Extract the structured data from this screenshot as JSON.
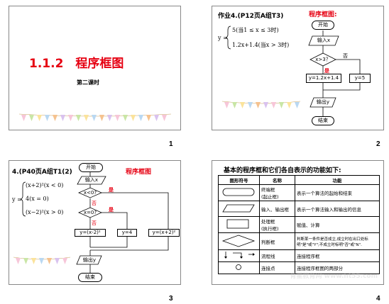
{
  "slide1": {
    "title": "1.1.2　程序框图",
    "subtitle": "第二课时",
    "page": "1"
  },
  "slide2": {
    "heading": "作业4.(P12页A组T3)",
    "label": "程序框图:",
    "formula_y": "y =",
    "formula_line1": "5(当1 ≤ x ≤ 3时)",
    "formula_line2": "1.2x+1.4(当x > 3时)",
    "start": "开始",
    "input": "输入x",
    "cond": "x>3？",
    "yes": "是",
    "no": "否",
    "calc_yes": "y=1.2x+1.4",
    "calc_no": "y=5",
    "output": "输出y",
    "end": "结束",
    "page": "2"
  },
  "slide3": {
    "heading": "4.(P40页A组T1(2)",
    "label": "程序框图",
    "formula_y": "y =",
    "formula_line1": "(x+2)²(x < 0)",
    "formula_line2": "4(x = 0)",
    "formula_line3": "(x−2)²(x > 0)",
    "start": "开始",
    "input": "输入x",
    "cond1": "x<0?",
    "cond2": "x=0?",
    "yes": "是",
    "no": "否",
    "calc1": "y=(x-2)²",
    "calc2": "y=4",
    "calc3": "y=(x+2)²",
    "output": "输出y",
    "end": "结束",
    "page": "3"
  },
  "slide4": {
    "heading": "基本的程序框和它们各自表示的功能如下:",
    "columns": [
      "图形符号",
      "名称",
      "功能"
    ],
    "rows": [
      {
        "name": "终端框\n(起止框)",
        "func": "表示一个算法的起始和结束"
      },
      {
        "name": "输入、输出框",
        "func": "表示一个算法输入和输出的信息"
      },
      {
        "name": "处理框\n(执行框)",
        "func": "赋值、计算"
      },
      {
        "name": "判断框",
        "func": "判断某一条件是否成立,成立时在出口处标明\"是\"或\"Y\";不成立时标明\"否\"或\"N\"."
      },
      {
        "name": "流程线",
        "func": "连接程序框"
      },
      {
        "name": "连接点",
        "func": "连接程序框图的两部分"
      }
    ],
    "watermark": "育星教育网 www.ht55.com",
    "page": "4"
  },
  "colors": {
    "accent_red": "#e60012",
    "border": "#888888"
  }
}
